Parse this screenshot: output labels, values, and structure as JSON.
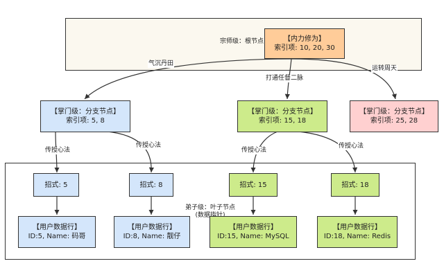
{
  "colors": {
    "root_bg": "#fbf8ef",
    "root_fill": "#ffcc99",
    "blue_fill": "#d4e6fb",
    "green_fill": "#cdeb8b",
    "pink_fill": "#ffd0d0",
    "stroke": "#333333"
  },
  "root": {
    "side_label": "宗师级：根节点",
    "title": "【内力修为】",
    "keys": "索引项: 10, 20, 30"
  },
  "edges": {
    "root_left": "气沉丹田",
    "root_mid": "打通任督二脉",
    "root_right": "运转周天",
    "a_left": "传授心法",
    "a_right": "传授心法",
    "b_left": "传授心法",
    "b_right": "传授心法"
  },
  "branches": [
    {
      "title": "【掌门级：分支节点】",
      "keys": "索引项: 5, 8"
    },
    {
      "title": "【掌门级：分支节点】",
      "keys": "索引项: 15, 18"
    },
    {
      "title": "【掌门级：分支节点】",
      "keys": "索引项: 25, 28"
    }
  ],
  "leaf_level_label": "弟子级：叶子节点\n(数据指针)",
  "moves": [
    {
      "label": "招式: 5"
    },
    {
      "label": "招式: 8"
    },
    {
      "label": "招式: 15"
    },
    {
      "label": "招式: 18"
    }
  ],
  "rows": [
    {
      "title": "【用户数据行】",
      "detail": "ID:5, Name: 码哥"
    },
    {
      "title": "【用户数据行】",
      "detail": "ID:8, Name: 靓仔"
    },
    {
      "title": "【用户数据行】",
      "detail": "ID:15, Name: MySQL"
    },
    {
      "title": "【用户数据行】",
      "detail": "ID:18, Name: Redis"
    }
  ]
}
